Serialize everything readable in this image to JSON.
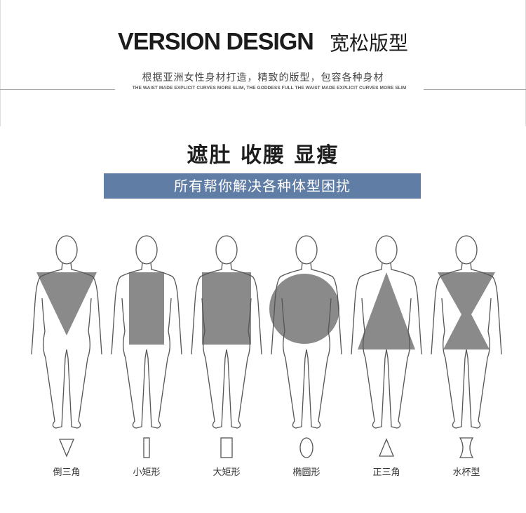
{
  "header": {
    "en_title": "VERSION DESIGN",
    "cn_title": "宽松版型",
    "cn_subtitle": "根据亚洲女性身材打造，精致的版型，包容各种身材",
    "en_subtitle": "THE WAIST MADE EXPLICIT CURVES MORE SLIM, THE GODDESS FULL THE WAIST MADE EXPLICIT CURVES MORE SLIM"
  },
  "slogan": "遮肚 收腰 显瘦",
  "banner": {
    "text": "所有帮你解决各种体型困扰",
    "color": "#607da5"
  },
  "colors": {
    "overlay": "#8a8a8a",
    "outline": "#555555"
  },
  "body_types": [
    {
      "label": "倒三角",
      "shape": "inverted-triangle"
    },
    {
      "label": "小矩形",
      "shape": "small-rectangle"
    },
    {
      "label": "大矩形",
      "shape": "large-rectangle"
    },
    {
      "label": "椭圆形",
      "shape": "ellipse"
    },
    {
      "label": "正三角",
      "shape": "triangle"
    },
    {
      "label": "水杯型",
      "shape": "hourglass"
    }
  ]
}
